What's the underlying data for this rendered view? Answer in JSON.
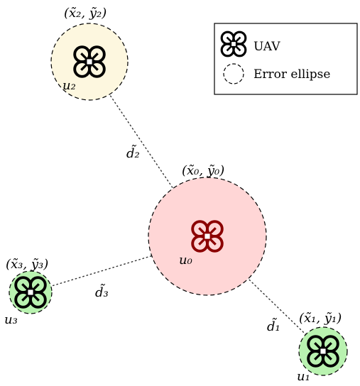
{
  "legend": {
    "uav_label": "UAV",
    "ellipse_label": "Error ellipse"
  },
  "colors": {
    "u0_fill": "#ffd6d6",
    "u0_drone": "#8b0000",
    "u1_fill": "#b9f2b0",
    "u2_fill": "#fdf7df",
    "u3_fill": "#b9f2b0",
    "line": "#333333"
  },
  "nodes": [
    {
      "id": "u0",
      "label": "u₀",
      "coord_label": "(x̃₀, ỹ₀)"
    },
    {
      "id": "u1",
      "label": "u₁",
      "coord_label": "(x̃₁, ỹ₁)"
    },
    {
      "id": "u2",
      "label": "u₂",
      "coord_label": "(x̃₂, ỹ₂)"
    },
    {
      "id": "u3",
      "label": "u₃",
      "coord_label": "(x̃₃, ỹ₃)"
    }
  ],
  "links": [
    {
      "from": "u0",
      "to": "u1",
      "label": "d̃₁"
    },
    {
      "from": "u0",
      "to": "u2",
      "label": "d̃₂"
    },
    {
      "from": "u0",
      "to": "u3",
      "label": "d̃₃"
    }
  ]
}
